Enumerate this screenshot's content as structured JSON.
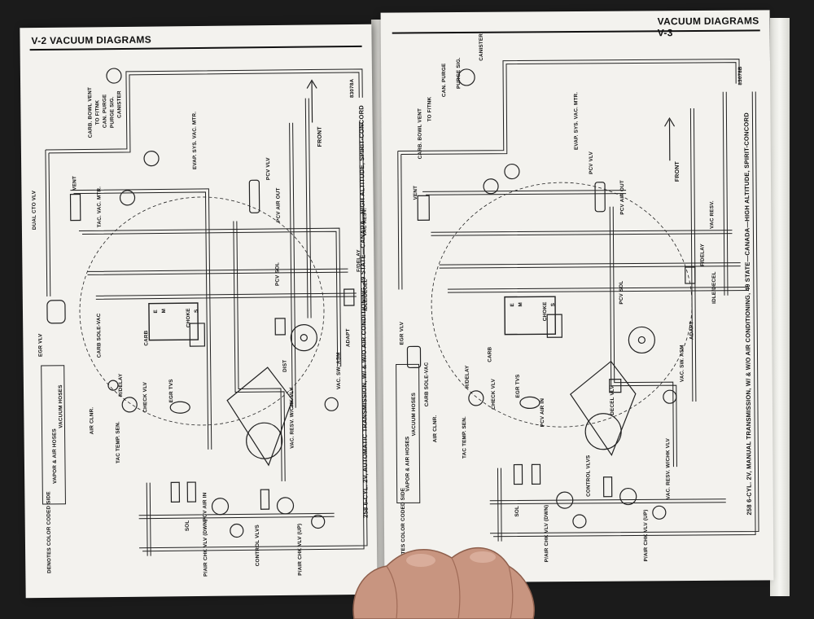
{
  "left_page": {
    "header": "V-2  VACUUM DIAGRAMS",
    "figure_id": "83078A",
    "caption": "258 6-CYL. 2V, AUTOMATIC TRANSMISSION, W/ & W/O AIR CONDITIONING, 49 STATE—CANADA—HIGH ALTITUDE, SPIRIT-CONCORD",
    "front_label": "FRONT",
    "legend": {
      "vapor": "VAPOR & AIR HOSES",
      "vacuum": "VACUUM HOSES",
      "color_coded": "DENOTES COLOR CODED SIDE"
    },
    "labels": {
      "carb_bowl_vent": "CARB. BOWL VENT",
      "to_f_tnk": "TO F/TNK",
      "can_purge": "CAN. PURGE",
      "purge_sig": "PURGE SIG.",
      "canister": "CANISTER",
      "evap_sys_vac_mtr": "EVAP. SYS. VAC. MTR.",
      "vent": "VENT",
      "dual_cto_vlv": "DUAL CTO VLV",
      "tac_vac_mtr": "TAC. VAC. MTR.",
      "pcv_vlv": "PCV VLV",
      "pcv_air_out": "PCV AIR OUT",
      "pcv_sol": "PCV SOL",
      "vac_resv": "VAC RESV.",
      "f_delay": "F/DELAY",
      "idle_decel": "IDLE/DECEL",
      "egr_vlv": "EGR VLV",
      "carb_sole_vac": "CARB SOLE-VAC",
      "carb": "CARB",
      "choke": "CHOKE",
      "e": "E",
      "m": "M",
      "s": "S",
      "dist": "DIST",
      "adapt": "ADAPT",
      "vac_sw_asm": "VAC. SW. ASM",
      "r_delay": "R/DELAY",
      "check_vlv": "CHECK VLV",
      "egr_tvs": "EGR TVS",
      "air_clnr": "AIR CLNR.",
      "tac_temp_sen": "TAC TEMP. SEN.",
      "vac_resv_wchk_vlv": "VAC. RESV. W/CHK VLV",
      "pcv_air_in": "PCV AIR IN",
      "sol": "SOL",
      "p_air_chk_vlv_dwn": "P/AIR CHK VLV (DWN)",
      "control_vlvs": "CONTROL VLVS",
      "p_air_chk_vlv_up": "P/AIR CHK VLV (UP)"
    }
  },
  "right_page": {
    "header": "VACUUM DIAGRAMS  V-3",
    "figure_id": "83078B",
    "caption": "258 6-CYL. 2V, MANUAL TRANSMISSION, W/ & W/O AIR CONDITIONING, 49 STATE—CANADA—HIGH ALTITUDE, SPIRIT-CONCORD",
    "front_label": "FRONT",
    "legend": {
      "vapor": "VAPOR & AIR HOSES",
      "vacuum": "VACUUM HOSES",
      "color_coded": "DENOTES COLOR CODED SIDE"
    },
    "labels": {
      "canister": "CANISTER",
      "purge_sig": "PURGE SIG.",
      "can_purge": "CAN. PURGE",
      "to_f_tnk": "TO F/TNK",
      "carb_bowl_vent": "CARB. BOWL VENT",
      "evap_sys_vac_mtr": "EVAP. SYS. VAC. MTR.",
      "vent": "VENT",
      "pcv_vlv": "PCV VLV",
      "pcv_air_out": "PCV AIR OUT",
      "vac_resv": "VAC RESV.",
      "f_delay": "F/DELAY",
      "idle_decel": "IDLE/DECEL",
      "pcv_sol": "PCV SOL",
      "egr_vlv": "EGR VLV",
      "choke": "CHOKE",
      "e": "E",
      "m": "M",
      "s": "S",
      "adapt": "ADAPT",
      "vac_sw_asm": "VAC. SW. ASM",
      "carb": "CARB",
      "carb_sole_vac": "CARB SOLE-VAC",
      "r_delay": "R/DELAY",
      "egr_tvs": "EGR TVS",
      "check_vlv": "CHECK VLV",
      "decel_vlv": "DECEL VLV",
      "air_clnr": "AIR CLNR.",
      "tac_temp_sen": "TAC TEMP. SEN.",
      "pcv_air_in": "PCV AIR IN",
      "vac_resv_wchk_vlv": "VAC. RESV. W/CHK VLV",
      "control_vlvs": "CONTROL VLVS",
      "sol": "SOL",
      "p_air_chk_vlv_dwn": "P/AIR CHK VLV (DWN)",
      "p_air_chk_vlv_up": "P/AIR CHK VLV (UP)"
    }
  }
}
